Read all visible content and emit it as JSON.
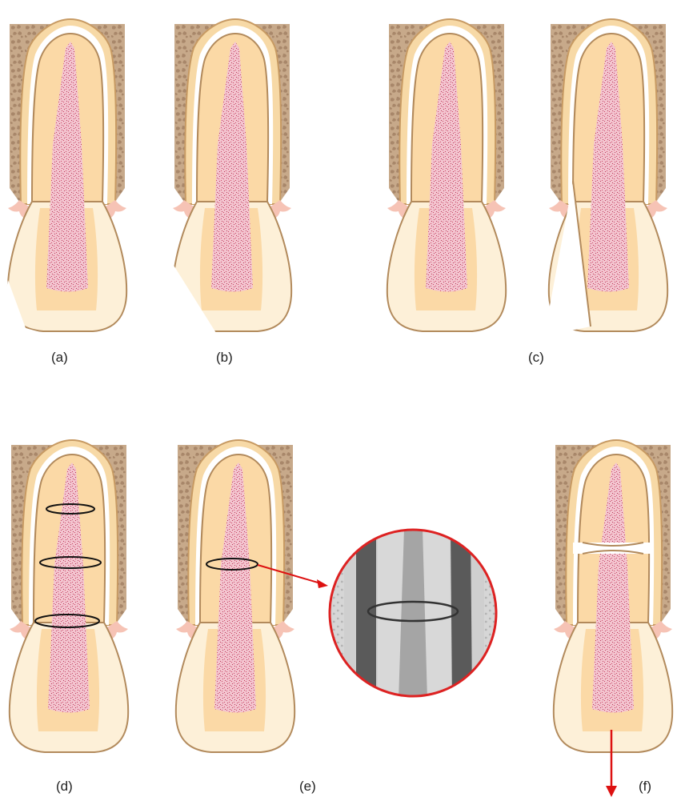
{
  "figure": {
    "labels": {
      "a": "(a)",
      "b": "(b)",
      "c": "(c)",
      "d": "(d)",
      "e": "(e)",
      "f": "(f)"
    }
  },
  "colors": {
    "bone_fill": "#c7a98a",
    "bone_trabecula": "#a8876a",
    "bone_rim": "#f7d9a6",
    "bone_rim_stroke": "#c79a63",
    "ligament_space": "#ffffff",
    "root_fill": "#fbd9a6",
    "root_stroke": "#b28a5c",
    "crown_fill": "#fdf0d8",
    "pulp_fill": "#f3c4cf",
    "pulp_dots": "#cc4466",
    "gingiva": "#f6c3b5",
    "magnifier_ring": "#dd2222",
    "arrow": "#dd1111",
    "cut_line": "#111111"
  },
  "icons": {
    "magnifier": "magnifier-circle-icon",
    "arrow": "red-arrow-icon"
  }
}
